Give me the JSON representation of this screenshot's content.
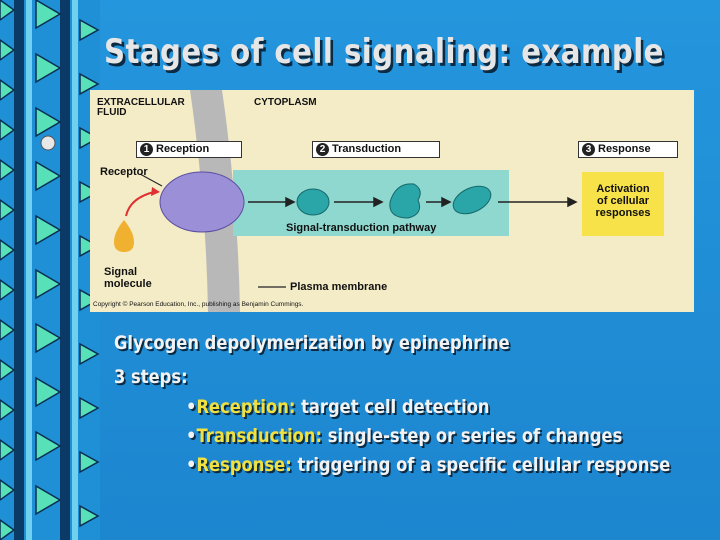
{
  "slide": {
    "title": "Stages of cell signaling: example",
    "accent_color": "#f0e040",
    "text_color": "#f2f2f2",
    "background_color": "#1f8fd6"
  },
  "figure": {
    "extracellular_label": "EXTRACELLULAR\nFLUID",
    "cytoplasm_label": "CYTOPLASM",
    "steps": [
      {
        "num": "1",
        "label": "Reception"
      },
      {
        "num": "2",
        "label": "Transduction"
      },
      {
        "num": "3",
        "label": "Response"
      }
    ],
    "receptor_label": "Receptor",
    "signal_molecule_label": "Signal\nmolecule",
    "pathway_label": "Signal-transduction pathway",
    "response_box_label": "Activation\nof cellular\nresponses",
    "membrane_label": "Plasma membrane",
    "copyright": "Copyright © Pearson Education, Inc., publishing as Benjamin Cummings."
  },
  "body": {
    "line1": "Glycogen depolymerization by epinephrine",
    "line2": "3 steps:",
    "bullets": [
      {
        "term": "Reception:",
        "desc": "target cell detection"
      },
      {
        "term": "Transduction:",
        "desc": "single-step or series of changes"
      },
      {
        "term": "Response:",
        "desc": "triggering of a specific cellular response"
      }
    ]
  }
}
